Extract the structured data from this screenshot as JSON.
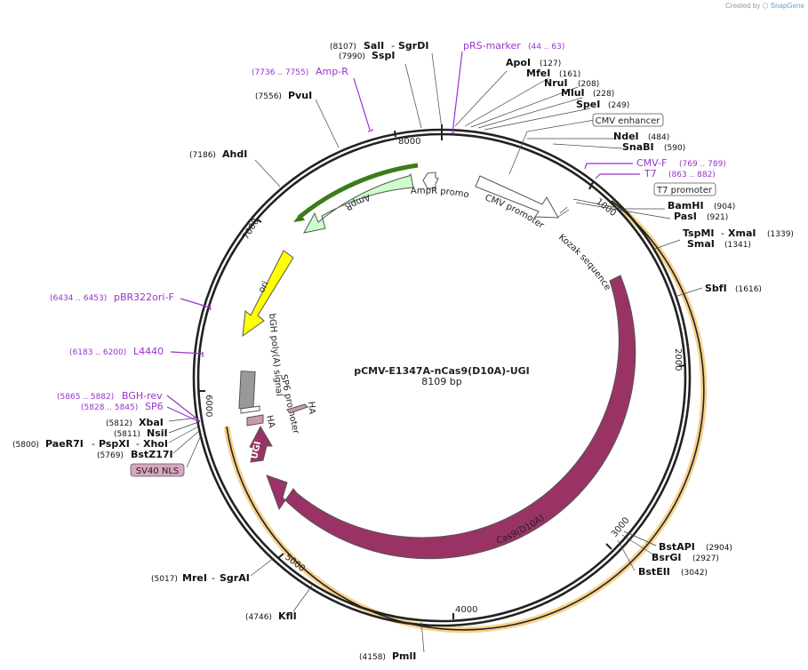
{
  "credit": {
    "prefix": "Created by",
    "brand": "SnapGene"
  },
  "plasmid": {
    "name": "pCMV-E1347A-nCas9(D10A)-UGI",
    "size": "8109 bp"
  },
  "ticks": [
    "1000",
    "2000",
    "3000",
    "4000",
    "5000",
    "6000",
    "7000",
    "8000"
  ],
  "enzymes": [
    {
      "n": "SalI",
      "p": "(8107)"
    },
    {
      "n": "SgrDI"
    },
    {
      "n": "SspI",
      "p": "(7990)"
    },
    {
      "n": "PvuI",
      "p": "(7556)"
    },
    {
      "n": "AhdI",
      "p": "(7186)"
    },
    {
      "n": "ApoI",
      "p": "(127)"
    },
    {
      "n": "MfeI",
      "p": "(161)"
    },
    {
      "n": "NruI",
      "p": "(208)"
    },
    {
      "n": "MluI",
      "p": "(228)"
    },
    {
      "n": "SpeI",
      "p": "(249)"
    },
    {
      "n": "NdeI",
      "p": "(484)"
    },
    {
      "n": "SnaBI",
      "p": "(590)"
    },
    {
      "n": "BamHI",
      "p": "(904)"
    },
    {
      "n": "PasI",
      "p": "(921)"
    },
    {
      "n": "TspMI"
    },
    {
      "n": "XmaI",
      "p": "(1339)"
    },
    {
      "n": "SmaI",
      "p": "(1341)"
    },
    {
      "n": "SbfI",
      "p": "(1616)"
    },
    {
      "n": "BstAPI",
      "p": "(2904)"
    },
    {
      "n": "BsrGI",
      "p": "(2927)"
    },
    {
      "n": "BstEII",
      "p": "(3042)"
    },
    {
      "n": "PmlI",
      "p": "(4158)"
    },
    {
      "n": "KflI",
      "p": "(4746)"
    },
    {
      "n": "MreI",
      "p": "(5017)"
    },
    {
      "n": "SgrAI"
    },
    {
      "n": "XbaI",
      "p": "(5812)"
    },
    {
      "n": "NsiI",
      "p": "(5811)"
    },
    {
      "n": "PaeR7I",
      "p": "(5800)"
    },
    {
      "n": "PspXI"
    },
    {
      "n": "XhoI"
    },
    {
      "n": "BstZ17I",
      "p": "(5769)"
    }
  ],
  "primers": [
    {
      "n": "pRS-marker",
      "r": "(44 .. 63)"
    },
    {
      "n": "Amp-R",
      "r": "(7736 .. 7755)"
    },
    {
      "n": "CMV-F",
      "r": "(769 .. 789)"
    },
    {
      "n": "T7",
      "r": "(863 .. 882)"
    },
    {
      "n": "pBR322ori-F",
      "r": "(6434 .. 6453)"
    },
    {
      "n": "L4440",
      "r": "(6183 .. 6200)"
    },
    {
      "n": "BGH-rev",
      "r": "(5865 .. 5882)"
    },
    {
      "n": "SP6",
      "r": "(5828 .. 5845)"
    }
  ],
  "boxed": {
    "cmv_enhancer": "CMV enhancer",
    "t7_promoter": "T7 promoter",
    "sv40_nls": "SV40 NLS"
  },
  "features": {
    "ampr_promoter": "AmpR promoter",
    "ampr": "AmpR",
    "ori": "ori",
    "bgh": "bGH poly(A) signal",
    "sp6": "SP6 promoter",
    "ha_inner": "HA",
    "ha_outer": "HA",
    "ugi": "UGI",
    "cas9": "Cas9(D10A)",
    "cmv_promoter": "CMV promoter",
    "kozak": "Kozak sequence"
  },
  "colors": {
    "backbone": "#222222",
    "primer": "#9933cc",
    "cas9": "#993366",
    "ampr": "#ccffcc",
    "ori": "#ffff00",
    "polya": "#999999",
    "orf_highlight": "#f5c46a",
    "orf_line": "#222222"
  }
}
